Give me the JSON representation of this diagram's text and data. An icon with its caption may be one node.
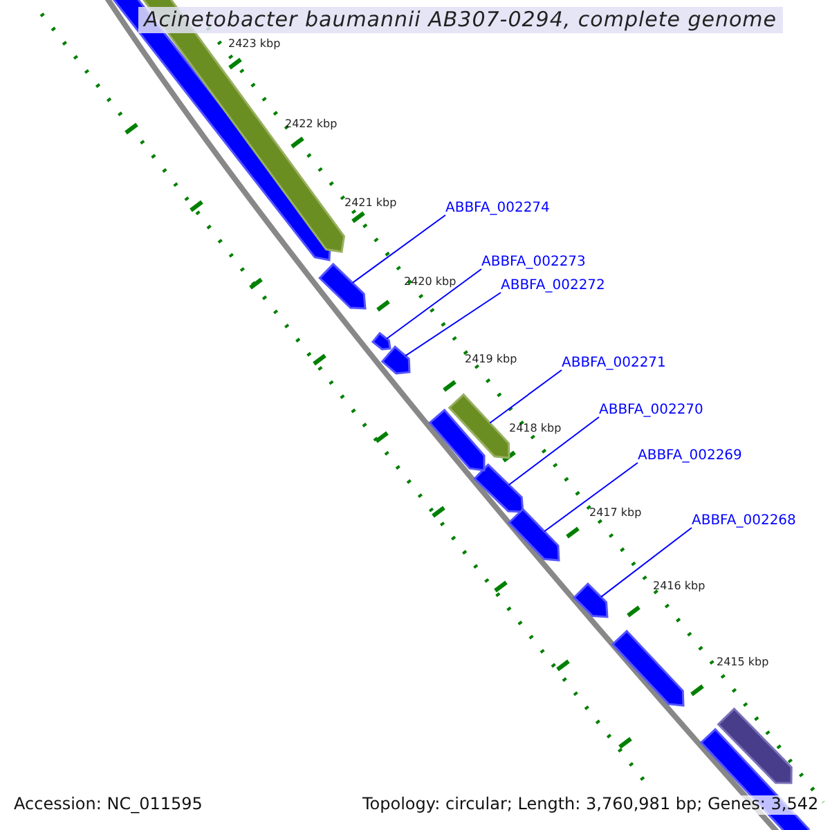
{
  "diagram": {
    "title": "Acinetobacter baumannii AB307-0294, complete genome",
    "nodes": [
      {
        "text": [
          "ABBFA_002274"
        ]
      },
      {
        "text": [
          "ABBFA_002273"
        ]
      },
      {
        "text": [
          "ABBFA_002272"
        ]
      },
      {
        "text": [
          "ABBFA_002271"
        ]
      },
      {
        "text": [
          "ABBFA_002270"
        ]
      },
      {
        "text": [
          "ABBFA_002269"
        ]
      },
      {
        "text": [
          "ABBFA_002268"
        ]
      },
      {
        "text": [],
        "shape": "arrow"
      },
      {
        "text": [],
        "shape": "arrow"
      },
      {
        "text": [],
        "shape": "arrow"
      },
      {
        "text": [],
        "shape": "arrow"
      },
      {
        "text": [],
        "shape": "arrow"
      },
      {
        "text": [],
        "shape": "arrow"
      },
      {
        "text": [],
        "shape": "arrow"
      },
      {
        "text": [],
        "shape": "arrow"
      },
      {
        "text": [],
        "shape": "arrow"
      },
      {
        "text": [],
        "shape": "arrow"
      },
      {
        "text": [],
        "shape": "arrow"
      },
      {
        "text": [],
        "shape": "arrow"
      },
      {
        "text": [],
        "shape": "arrow"
      }
    ],
    "edges": [
      {
        "from": 0,
        "to": 7,
        "arrow": "none"
      },
      {
        "from": 1,
        "to": 8,
        "arrow": "none"
      },
      {
        "from": 2,
        "to": 9,
        "arrow": "none"
      },
      {
        "from": 3,
        "to": 10,
        "arrow": "none"
      },
      {
        "from": 4,
        "to": 11,
        "arrow": "none"
      },
      {
        "from": 5,
        "to": 12,
        "arrow": "none"
      },
      {
        "from": 6,
        "to": 13,
        "arrow": "none"
      }
    ],
    "labels": [
      "2423 kbp",
      "2422 kbp",
      "2421 kbp",
      "2420 kbp",
      "2419 kbp",
      "2418 kbp",
      "2417 kbp",
      "2416 kbp",
      "2415 kbp",
      "Accession: NC_011595",
      "Topology: circular; Length: 3,760,981 bp; Genes: 3,542"
    ]
  }
}
